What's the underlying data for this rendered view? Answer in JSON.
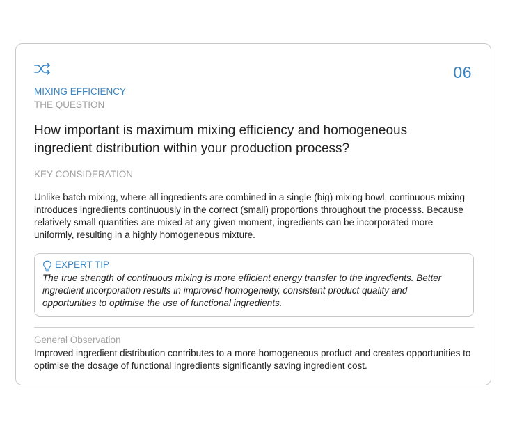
{
  "card": {
    "number": "06",
    "icon": "shuffle-icon",
    "category": "MIXING EFFICIENCY",
    "question_label": "THE QUESTION",
    "question": "How important is maximum mixing efficiency and homogeneous ingredient distribution within your production process?",
    "consideration_label": "KEY CONSIDERATION",
    "consideration": "Unlike batch mixing, where all ingredients are combined in a single (big) mixing bowl, continuous mixing introduces ingredients continuously in the correct (small) proportions throughout the processs. Because relatively small quantities are mixed at any given moment, ingredients can be incorporated more uniformly, resulting in a highly homogeneous mixture.",
    "tip": {
      "icon": "lightbulb-icon",
      "title": "EXPERT TIP",
      "text": "The true strength of continuous mixing is more efficient energy transfer to the ingredients. Better ingredient incorporation results in improved homogeneity, consistent product quality and opportunities to optimise the use of functional ingredients."
    },
    "observation_label": "General Observation",
    "observation": "Improved ingredient distribution contributes to a more homogeneous product and creates opportunities to optimise the dosage of functional ingredients significantly saving ingredient cost."
  },
  "colors": {
    "accent": "#3a86c4",
    "muted": "#a0a0a0",
    "text": "#222222",
    "border": "#c9c9c9"
  }
}
